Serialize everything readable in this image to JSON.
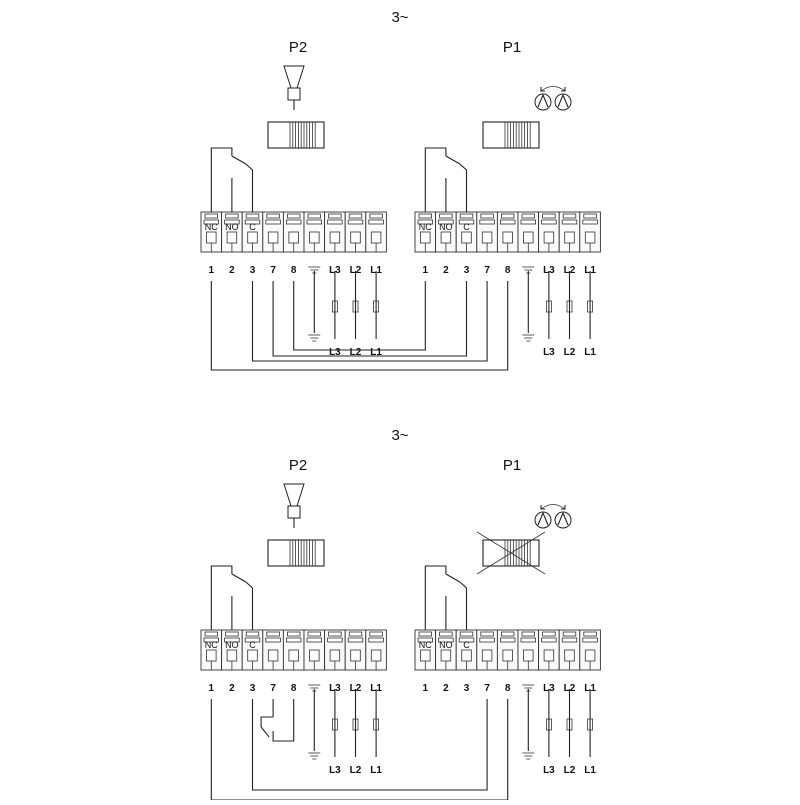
{
  "phase_label": "3~",
  "pump_labels": {
    "p2": "P2",
    "p1": "P1"
  },
  "contact_labels": [
    "NC",
    "NO",
    "C"
  ],
  "terminal_numbers": [
    "1",
    "2",
    "3",
    "7",
    "8"
  ],
  "line_labels": [
    "L3",
    "L2",
    "L1"
  ],
  "diagrams": [
    {
      "id": "top"
    },
    {
      "id": "bottom"
    }
  ]
}
